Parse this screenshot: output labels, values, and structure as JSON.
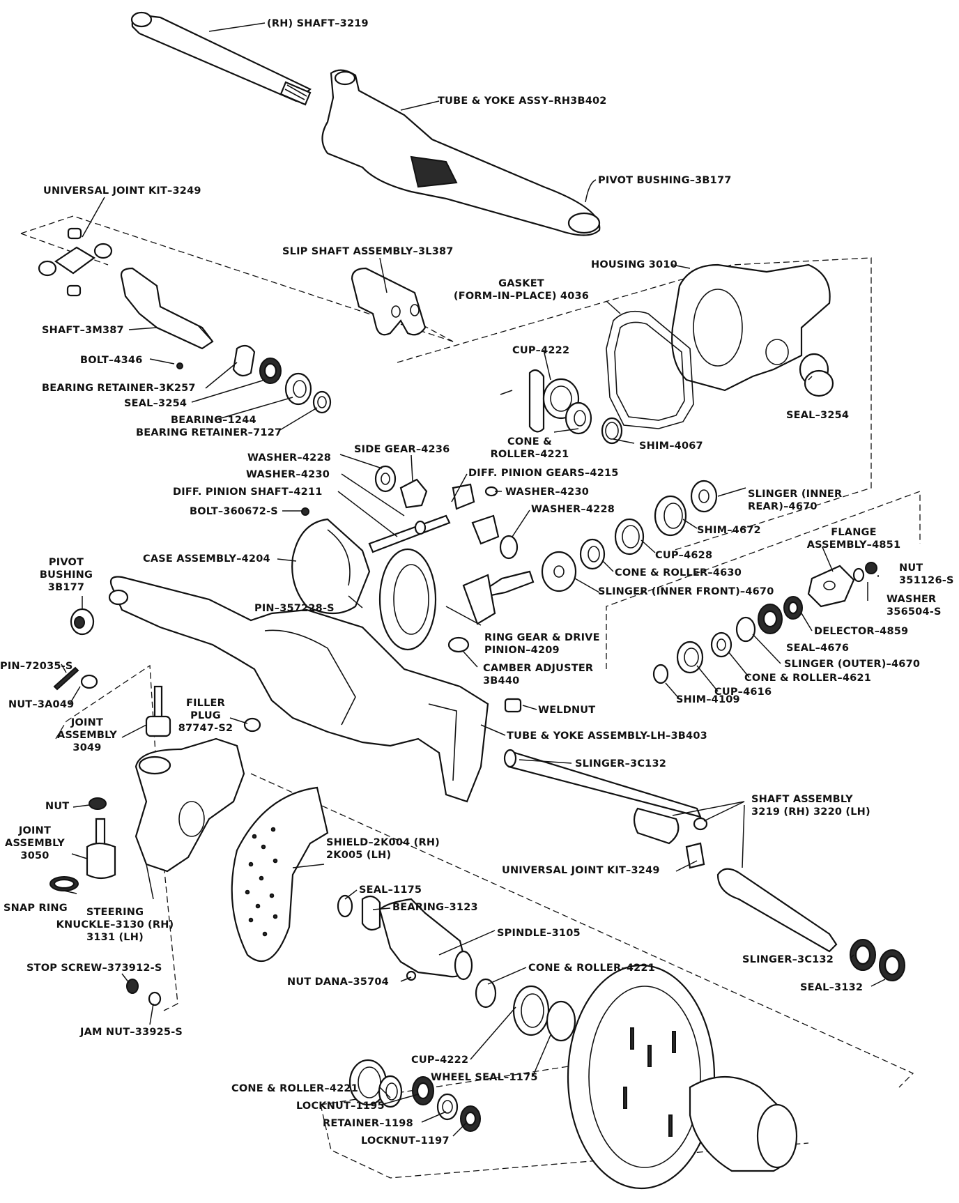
{
  "labels": {
    "shaft_3219": "(RH) SHAFT–3219",
    "tube_yoke_rh": "TUBE & YOKE ASSY–RH3B402",
    "pivot_bushing_top": "PIVOT BUSHING–3B177",
    "ujoint_kit_top": "UNIVERSAL JOINT KIT–3249",
    "slip_shaft": "SLIP SHAFT ASSEMBLY–3L387",
    "housing": "HOUSING 3010",
    "gasket_1": "GASKET",
    "gasket_2": "(FORM–IN–PLACE) 4036",
    "shaft_3m387": "SHAFT–3M387",
    "bolt_4346": "BOLT–4346",
    "bearing_retainer_3k257": "BEARING RETAINER–3K257",
    "seal_3254_left": "SEAL–3254",
    "bearing_1244": "BEARING–1244",
    "bearing_retainer_7127": "BEARING RETAINER–7127",
    "cup_4222_top": "CUP–4222",
    "cone_roller_4221_1": "CONE &",
    "cone_roller_4221_2": "ROLLER–4221",
    "shim_4067": "SHIM–4067",
    "seal_3254_right": "SEAL–3254",
    "washer_4228_top": "WASHER–4228",
    "side_gear": "SIDE GEAR–4236",
    "washer_4230_left": "WASHER–4230",
    "diff_pinion_gears": "DIFF. PINION GEARS–4215",
    "diff_pinion_shaft": "DIFF. PINION SHAFT–4211",
    "washer_4230_right": "WASHER–4230",
    "slinger_inner_rear_1": "SLINGER (INNER",
    "slinger_inner_rear_2": "REAR)–4670",
    "bolt_360672": "BOLT–360672-S",
    "washer_4228_right": "WASHER–4228",
    "shim_4672": "SHIM–4672",
    "flange_1": "FLANGE",
    "flange_2": "ASSEMBLY–4851",
    "pivot_bushing_left_1": "PIVOT",
    "pivot_bushing_left_2": "BUSHING",
    "pivot_bushing_left_3": "3B177",
    "case_assembly": "CASE ASSEMBLY–4204",
    "cup_4628": "CUP–4628",
    "nut_351126_1": "NUT",
    "nut_351126_2": "351126-S",
    "cone_roller_4630": "CONE & ROLLER–4630",
    "washer_356504_1": "WASHER",
    "washer_356504_2": "356504-S",
    "pin_357228": "PIN–357228-S",
    "slinger_inner_front": "SLINGER (INNER FRONT)–4670",
    "deflector": "DELECTOR–4859",
    "ring_gear_1": "RING GEAR & DRIVE",
    "ring_gear_2": "PINION–4209",
    "seal_4676": "SEAL–4676",
    "pin_72035": "PIN–72035-S",
    "camber_1": "CAMBER ADJUSTER",
    "camber_2": "3B440",
    "slinger_outer": "SLINGER (OUTER)–4670",
    "nut_3a049": "NUT–3A049",
    "filler_1": "FILLER",
    "filler_2": "PLUG",
    "filler_3": "87747-S2",
    "cone_roller_4621": "CONE & ROLLER–4621",
    "joint_3049_1": "JOINT",
    "joint_3049_2": "ASSEMBLY",
    "joint_3049_3": "3049",
    "cup_4616": "CUP–4616",
    "shim_4109": "SHIM–4109",
    "weldnut": "WELDNUT",
    "tube_yoke_lh": "TUBE & YOKE ASSEMBLY-LH–3B403",
    "slinger_3c132_top": "SLINGER–3C132",
    "shaft_assembly_1": "SHAFT ASSEMBLY",
    "shaft_assembly_2": "3219 (RH) 3220 (LH)",
    "nut_left": "NUT",
    "joint_3050_1": "JOINT",
    "joint_3050_2": "ASSEMBLY",
    "joint_3050_3": "3050",
    "shield_1": "SHIELD–2K004 (RH)",
    "shield_2": "2K005 (LH)",
    "ujoint_kit_bottom": "UNIVERSAL JOINT KIT–3249",
    "seal_1175": "SEAL–1175",
    "snap_ring": "SNAP RING",
    "steering_1": "STEERING",
    "steering_2": "KNUCKLE–3130 (RH)",
    "steering_3": "3131 (LH)",
    "bearing_3123": "BEARING–3123",
    "spindle": "SPINDLE–3105",
    "stop_screw": "STOP SCREW–373912-S",
    "cone_roller_4221_mid": "CONE & ROLLER–4221",
    "slinger_3c132_bottom": "SLINGER–3C132",
    "nut_dana": "NUT DANA–35704",
    "seal_3132": "SEAL–3132",
    "jam_nut": "JAM NUT–33925-S",
    "cup_4222_bottom": "CUP–4222",
    "wheel_seal": "WHEEL SEAL–1175",
    "cone_roller_4221_bottom": "CONE & ROLLER–4221",
    "locknut_1195": "LOCKNUT–1195",
    "retainer_1198": "RETAINER–1198",
    "locknut_1197": "LOCKNUT–1197"
  }
}
